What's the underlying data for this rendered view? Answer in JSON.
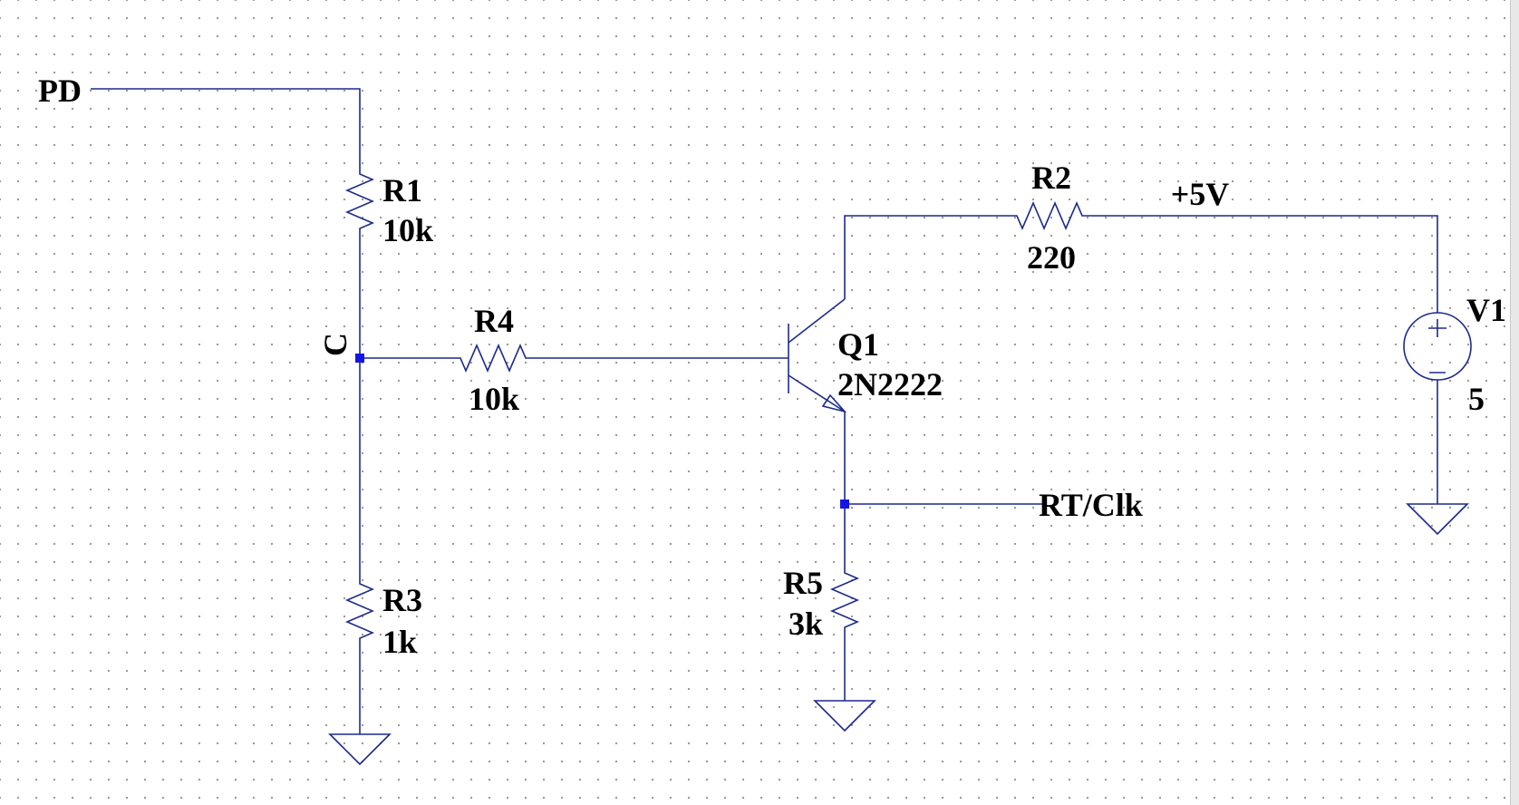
{
  "schematic": {
    "net_labels": {
      "pd": "PD",
      "c": "C",
      "supply": "+5V",
      "rt_clk": "RT/Clk"
    },
    "components": {
      "r1": {
        "name": "R1",
        "value": "10k"
      },
      "r2": {
        "name": "R2",
        "value": "220"
      },
      "r3": {
        "name": "R3",
        "value": "1k"
      },
      "r4": {
        "name": "R4",
        "value": "10k"
      },
      "r5": {
        "name": "R5",
        "value": "3k"
      },
      "q1": {
        "name": "Q1",
        "value": "2N2222"
      },
      "v1": {
        "name": "V1",
        "value": "5"
      }
    },
    "colors": {
      "wire": "#1c2a8c",
      "junction": "#1515e0",
      "text": "#000000",
      "grid_dot": "#9a9a9a"
    }
  }
}
